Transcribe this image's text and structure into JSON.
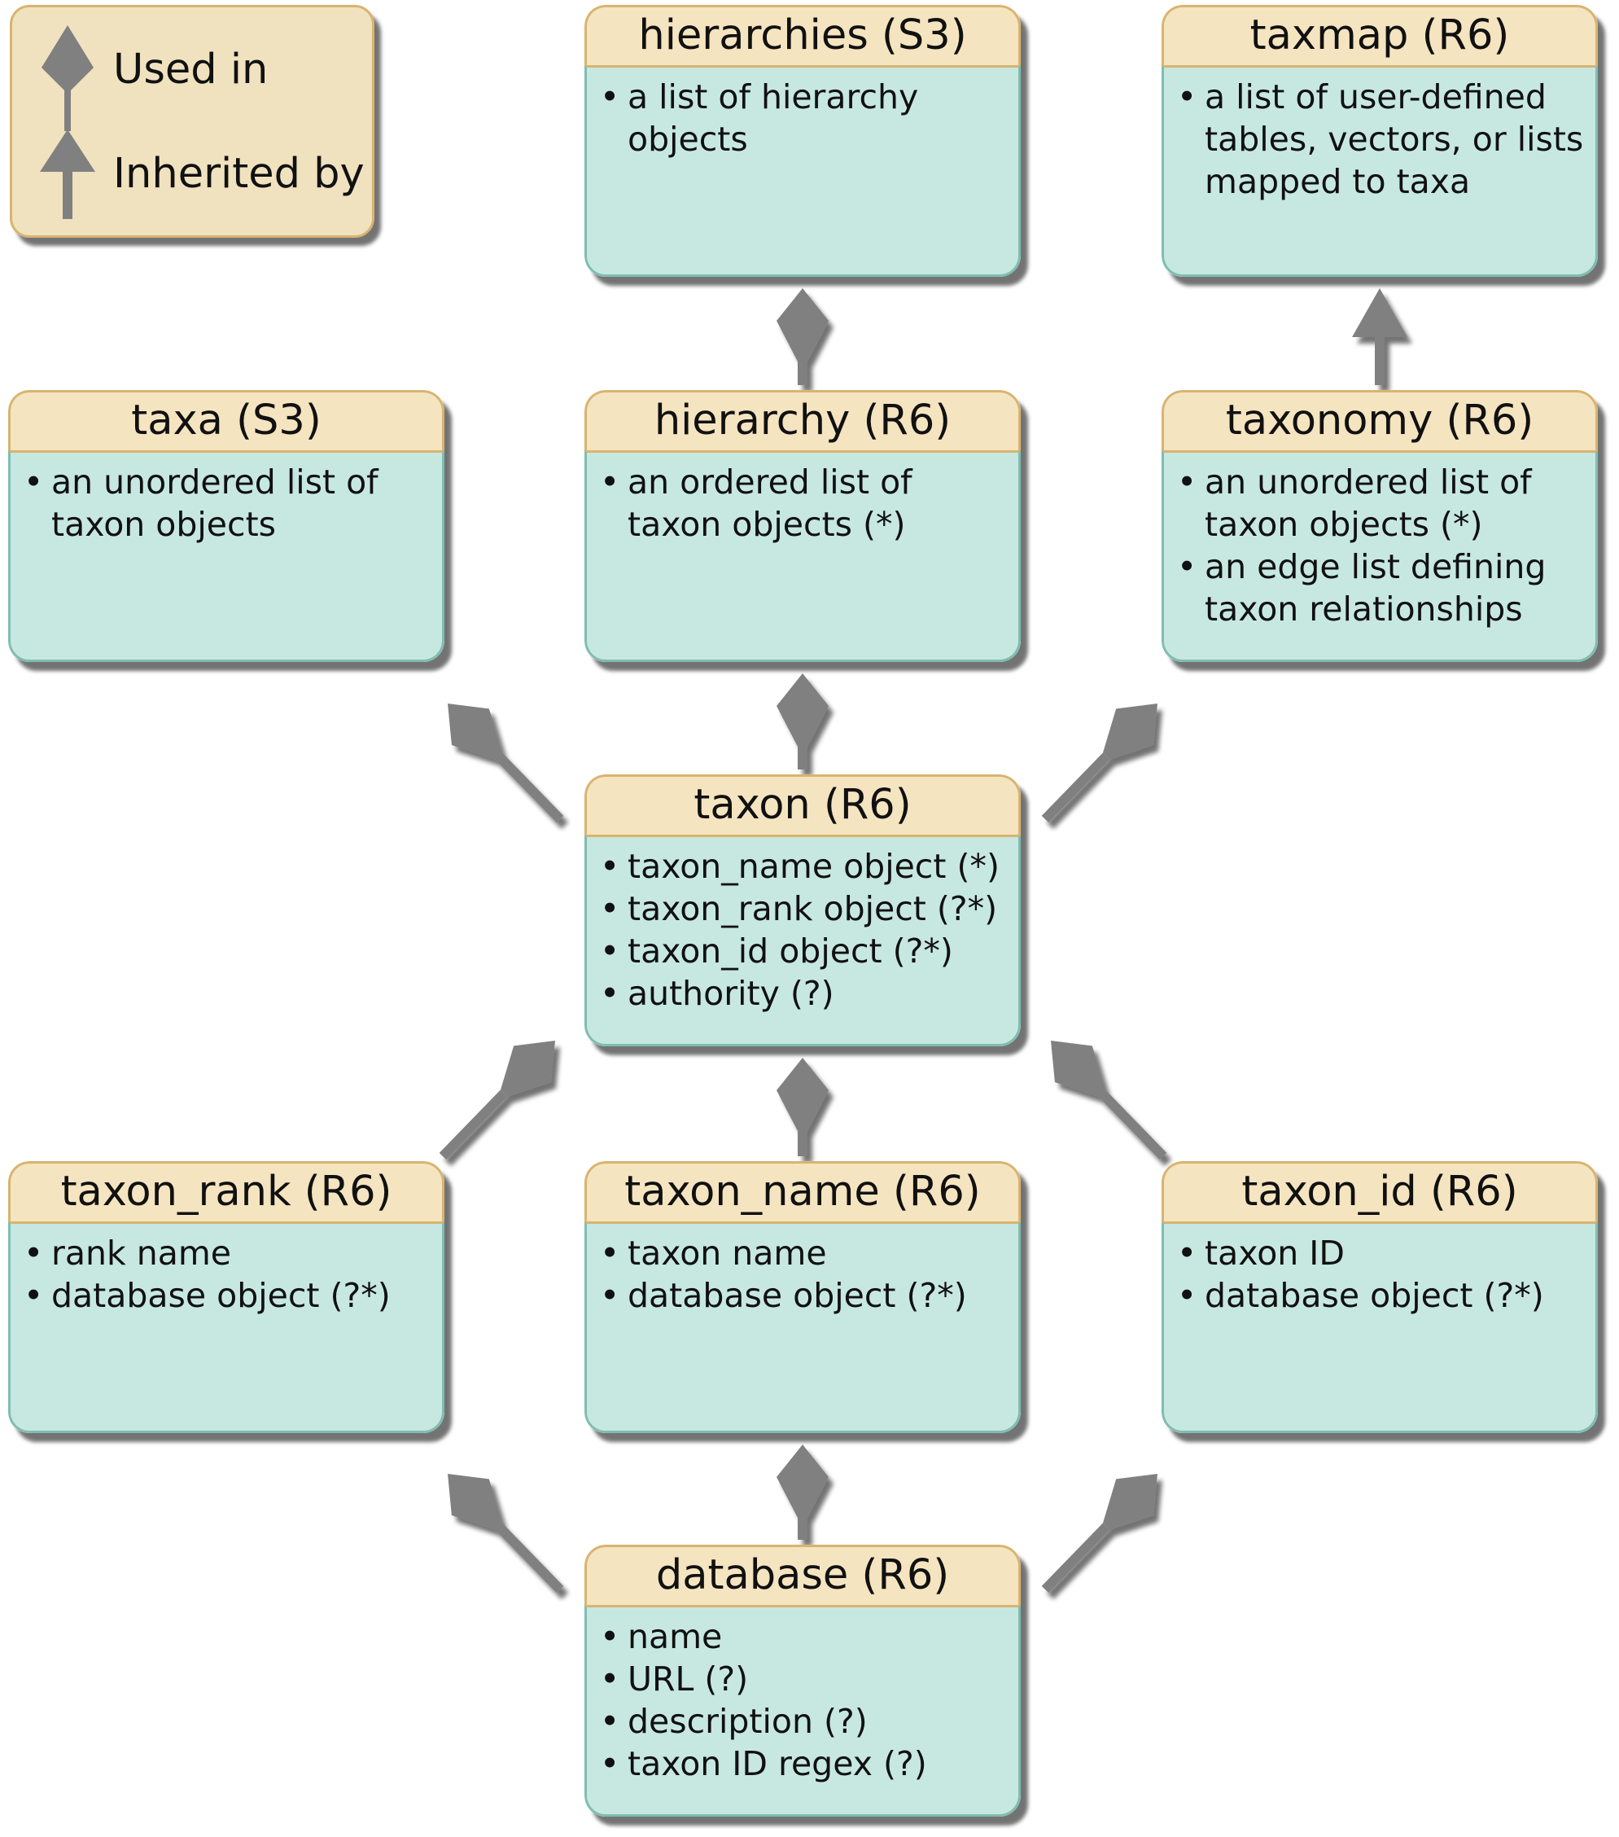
{
  "legend": {
    "used_in": "Used in",
    "inherited_by": "Inherited by"
  },
  "boxes": {
    "hierarchies": {
      "title": "hierarchies (S3)",
      "items": [
        "a list of hierarchy objects"
      ]
    },
    "taxmap": {
      "title": "taxmap (R6)",
      "items": [
        "a list of user-defined tables, vectors, or lists mapped to taxa"
      ]
    },
    "taxa": {
      "title": "taxa (S3)",
      "items": [
        "an unordered list of taxon objects"
      ]
    },
    "hierarchy": {
      "title": "hierarchy (R6)",
      "items": [
        "an ordered list of taxon objects (*)"
      ]
    },
    "taxonomy": {
      "title": "taxonomy (R6)",
      "items": [
        "an unordered list of taxon objects (*)",
        "an edge list defining taxon relationships"
      ]
    },
    "taxon": {
      "title": "taxon (R6)",
      "items": [
        "taxon_name object (*)",
        "taxon_rank object (?*)",
        "taxon_id object (?*)",
        "authority (?)"
      ]
    },
    "taxon_rank": {
      "title": "taxon_rank (R6)",
      "items": [
        "rank name",
        "database object (?*)"
      ]
    },
    "taxon_name": {
      "title": "taxon_name (R6)",
      "items": [
        "taxon name",
        "database object (?*)"
      ]
    },
    "taxon_id": {
      "title": "taxon_id (R6)",
      "items": [
        "taxon ID",
        "database object (?*)"
      ]
    },
    "database": {
      "title": "database (R6)",
      "items": [
        "name",
        "URL (?)",
        "description (?)",
        "taxon ID regex (?)"
      ]
    }
  },
  "connectors": [
    {
      "type": "used-in",
      "from": "hierarchy",
      "to": "hierarchies"
    },
    {
      "type": "inherited-by",
      "from": "taxonomy",
      "to": "taxmap"
    },
    {
      "type": "used-in",
      "from": "taxon",
      "to": "taxa"
    },
    {
      "type": "used-in",
      "from": "taxon",
      "to": "hierarchy"
    },
    {
      "type": "used-in",
      "from": "taxon",
      "to": "taxonomy"
    },
    {
      "type": "used-in",
      "from": "taxon_rank",
      "to": "taxon"
    },
    {
      "type": "used-in",
      "from": "taxon_name",
      "to": "taxon"
    },
    {
      "type": "used-in",
      "from": "taxon_id",
      "to": "taxon"
    },
    {
      "type": "used-in",
      "from": "database",
      "to": "taxon_rank"
    },
    {
      "type": "used-in",
      "from": "database",
      "to": "taxon_name"
    },
    {
      "type": "used-in",
      "from": "database",
      "to": "taxon_id"
    }
  ],
  "colors": {
    "header_fill": "#f5e4c0",
    "header_border": "#d8b470",
    "body_fill": "#c7e8e1",
    "body_border": "#7fbdb1",
    "connector": "#808080",
    "legend_fill": "#f0e2bf"
  }
}
